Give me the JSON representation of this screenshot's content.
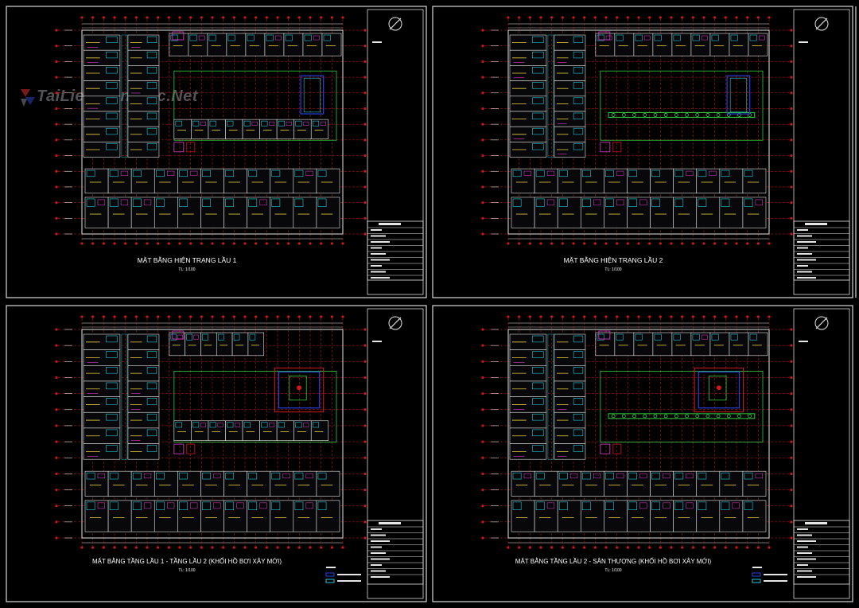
{
  "watermark": {
    "text": "TaiLieuKienTruc.Net"
  },
  "colors": {
    "background": "#000000",
    "frame": "#d8d8d8",
    "wall": "#e6e6e6",
    "grid_axis": "#d01818",
    "room_fill": "#08080a",
    "cyan_fixture": "#22c8d8",
    "green_line": "#2ecc40",
    "magenta_accent": "#e040d0",
    "yellow_text": "#e8d040",
    "blue_pool": "#2840e0",
    "title_text": "#ffffff"
  },
  "sheets": [
    {
      "title": "MẶT BẰNG HIỆN TRẠNG LẦU 1",
      "scale": "TL: 1/100"
    },
    {
      "title": "MẶT BẰNG HIỆN TRẠNG LẦU 2",
      "scale": "TL: 1/100"
    },
    {
      "title": "MẶT BẰNG TẦNG LẦU 1 - TẦNG LẦU 2 (KHỐI HỒ BƠI XÂY MỚI)",
      "scale": "TL: 1/100"
    },
    {
      "title": "MẶT BẰNG TẦNG LẦU 2 - SÂN THƯỢNG (KHỐI HỒ BƠI XÂY MỚI)",
      "scale": "TL: 1/100"
    }
  ]
}
